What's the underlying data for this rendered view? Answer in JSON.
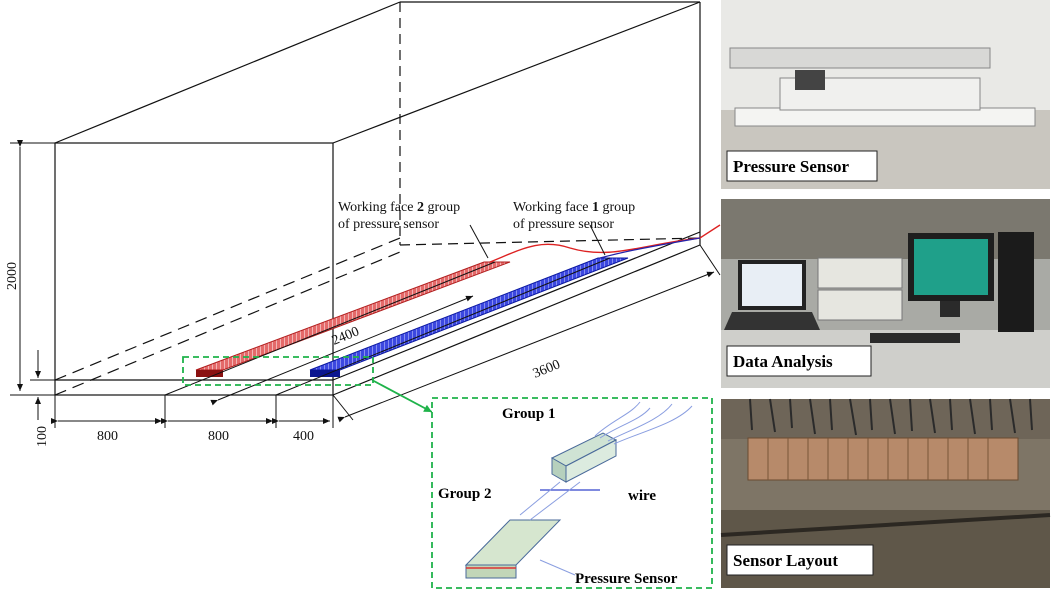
{
  "labels": {
    "face2_line1_pre": "Working face ",
    "face2_num": "2",
    "face2_line1_post": " group",
    "face2_line2": "of pressure sensor",
    "face1_line1_pre": "Working face ",
    "face1_num": "1",
    "face1_line1_post": " group",
    "face1_line2": "of pressure sensor"
  },
  "dimensions": {
    "height": "2000",
    "base": "100",
    "w1": "800",
    "w2": "800",
    "w3": "400",
    "strip_len": "2400",
    "model_len": "3600"
  },
  "inset": {
    "group1": "Group 1",
    "group2": "Group 2",
    "wire": "wire",
    "sensor": "Pressure Sensor"
  },
  "photos": {
    "p1": "Pressure Sensor",
    "p2": "Data Analysis",
    "p3": "Sensor Layout"
  },
  "colors": {
    "red_strip": "#d93b3b",
    "blue_strip": "#1f2fd0",
    "inset_border": "#1fb34a"
  }
}
